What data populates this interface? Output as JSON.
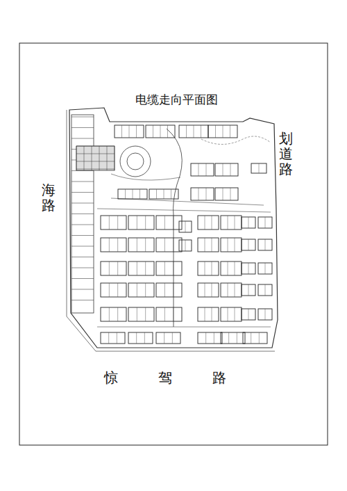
{
  "diagram": {
    "title": "电缆走向平面图",
    "labels": [
      "海路",
      "划道路",
      "惊驾路"
    ]
  }
}
